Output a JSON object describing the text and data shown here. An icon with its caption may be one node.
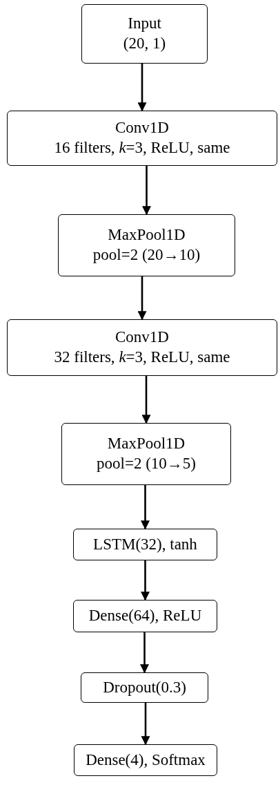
{
  "diagram": {
    "nodes": [
      {
        "text": [
          "Input",
          "(20, 1)"
        ]
      },
      {
        "text": [
          "Conv1D",
          "16 filters, *k*=3, ReLU, same"
        ]
      },
      {
        "text": [
          "MaxPool1D",
          "pool=2  (20→10)"
        ]
      },
      {
        "text": [
          "Conv1D",
          "32 filters, *k*=3, ReLU, same"
        ]
      },
      {
        "text": [
          "MaxPool1D",
          "pool=2  (10→5)"
        ]
      },
      {
        "text": [
          "LSTM(32), tanh"
        ]
      },
      {
        "text": [
          "Dense(64), ReLU"
        ]
      },
      {
        "text": [
          "Dropout(0.3)"
        ]
      },
      {
        "text": [
          "Dense(4), Softmax"
        ]
      }
    ],
    "edges": [
      {
        "from": 0,
        "to": 1,
        "arrow": "to"
      },
      {
        "from": 1,
        "to": 2,
        "arrow": "to"
      },
      {
        "from": 2,
        "to": 3,
        "arrow": "to"
      },
      {
        "from": 3,
        "to": 4,
        "arrow": "to"
      },
      {
        "from": 4,
        "to": 5,
        "arrow": "to"
      },
      {
        "from": 5,
        "to": 6,
        "arrow": "to"
      },
      {
        "from": 6,
        "to": 7,
        "arrow": "to"
      },
      {
        "from": 7,
        "to": 8,
        "arrow": "to"
      }
    ]
  }
}
